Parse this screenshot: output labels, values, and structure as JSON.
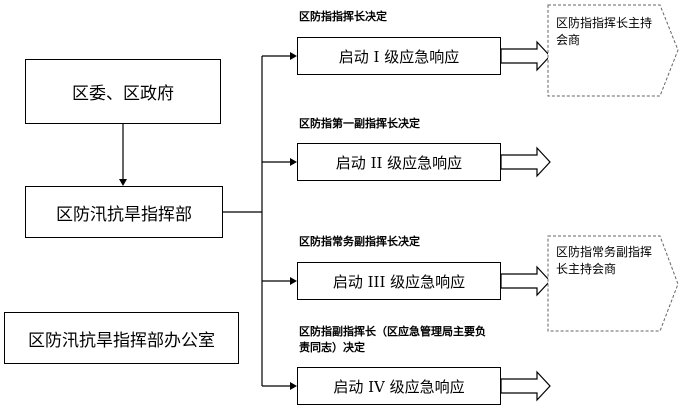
{
  "left": {
    "district_gov": "区委、区政府",
    "hq": "区防汛抗旱指挥部",
    "office": "区防汛抗旱指挥部办公室"
  },
  "levels": [
    {
      "decider": "区防指指挥长决定",
      "response": "启动 I 级应急响应",
      "outcome": "区防指指挥长主持会商"
    },
    {
      "decider": "区防指第一副指挥长决定",
      "response": "启动 II 级应急响应",
      "outcome": ""
    },
    {
      "decider": "区防指常务副指挥长决定",
      "response": "启动 III 级应急响应",
      "outcome": "区防指常务副指挥长主持会商"
    },
    {
      "decider": "区防指副指挥长（区应急管理局主要负责同志）决定",
      "response": "启动 IV 级应急响应",
      "outcome": ""
    }
  ]
}
